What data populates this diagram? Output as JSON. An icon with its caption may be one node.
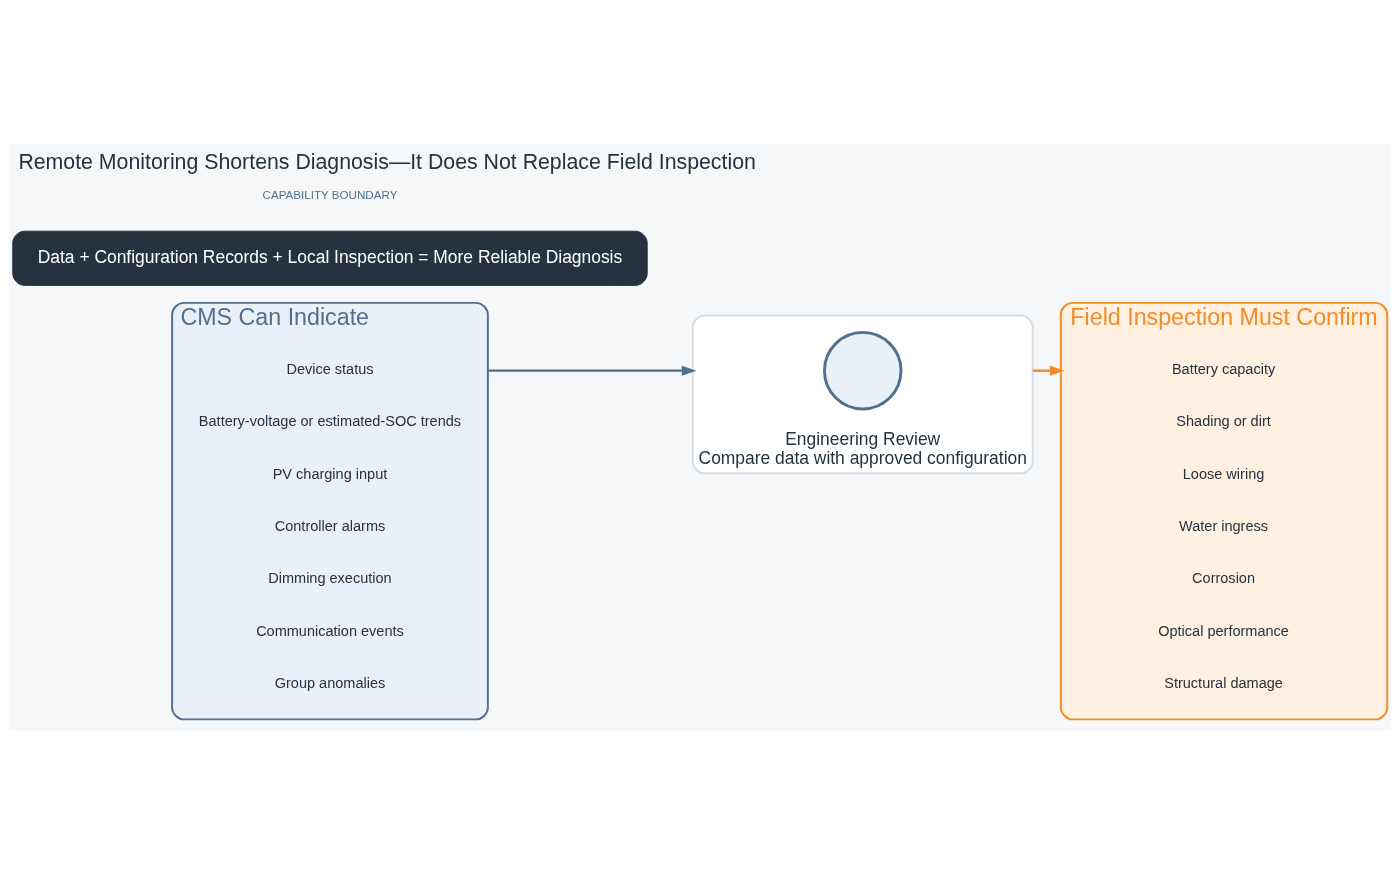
{
  "diagram": {
    "title": "Remote Monitoring Shortens Diagnosis—It Does Not Replace Field Inspection",
    "nodes": [
      {
        "text": [
          "CMS Can Indicate"
        ]
      },
      {
        "text": [
          "Device status"
        ],
        "in": 0
      },
      {
        "text": [
          "Battery-voltage or estimated-SOC trends"
        ],
        "in": 0
      },
      {
        "text": [
          "PV charging input"
        ],
        "in": 0
      },
      {
        "text": [
          "Controller alarms"
        ],
        "in": 0
      },
      {
        "text": [
          "Dimming execution"
        ],
        "in": 0
      },
      {
        "text": [
          "Communication events"
        ],
        "in": 0
      },
      {
        "text": [
          "Group anomalies"
        ],
        "in": 0
      },
      {
        "text": [
          "Engineering Review",
          "Compare data with approved configuration"
        ]
      },
      {
        "text": [],
        "shape": "circle",
        "in": 8
      },
      {
        "text": [
          "Field Inspection Must Confirm"
        ]
      },
      {
        "text": [
          "Battery capacity"
        ],
        "in": 10
      },
      {
        "text": [
          "Shading or dirt"
        ],
        "in": 10
      },
      {
        "text": [
          "Loose wiring"
        ],
        "in": 10
      },
      {
        "text": [
          "Water ingress"
        ],
        "in": 10
      },
      {
        "text": [
          "Corrosion"
        ],
        "in": 10
      },
      {
        "text": [
          "Optical performance"
        ],
        "in": 10
      },
      {
        "text": [
          "Structural damage"
        ],
        "in": 10
      },
      {
        "text": [
          "Data + Configuration Records + Local Inspection = More Reliable Diagnosis"
        ]
      }
    ],
    "edges": [
      {
        "from": 0,
        "to": 8,
        "arrow": "to",
        "color": "#51708f"
      },
      {
        "from": 8,
        "to": 10,
        "arrow": "to",
        "color": "#f28c28"
      }
    ],
    "labels": [
      "CAPABILITY BOUNDARY"
    ]
  }
}
